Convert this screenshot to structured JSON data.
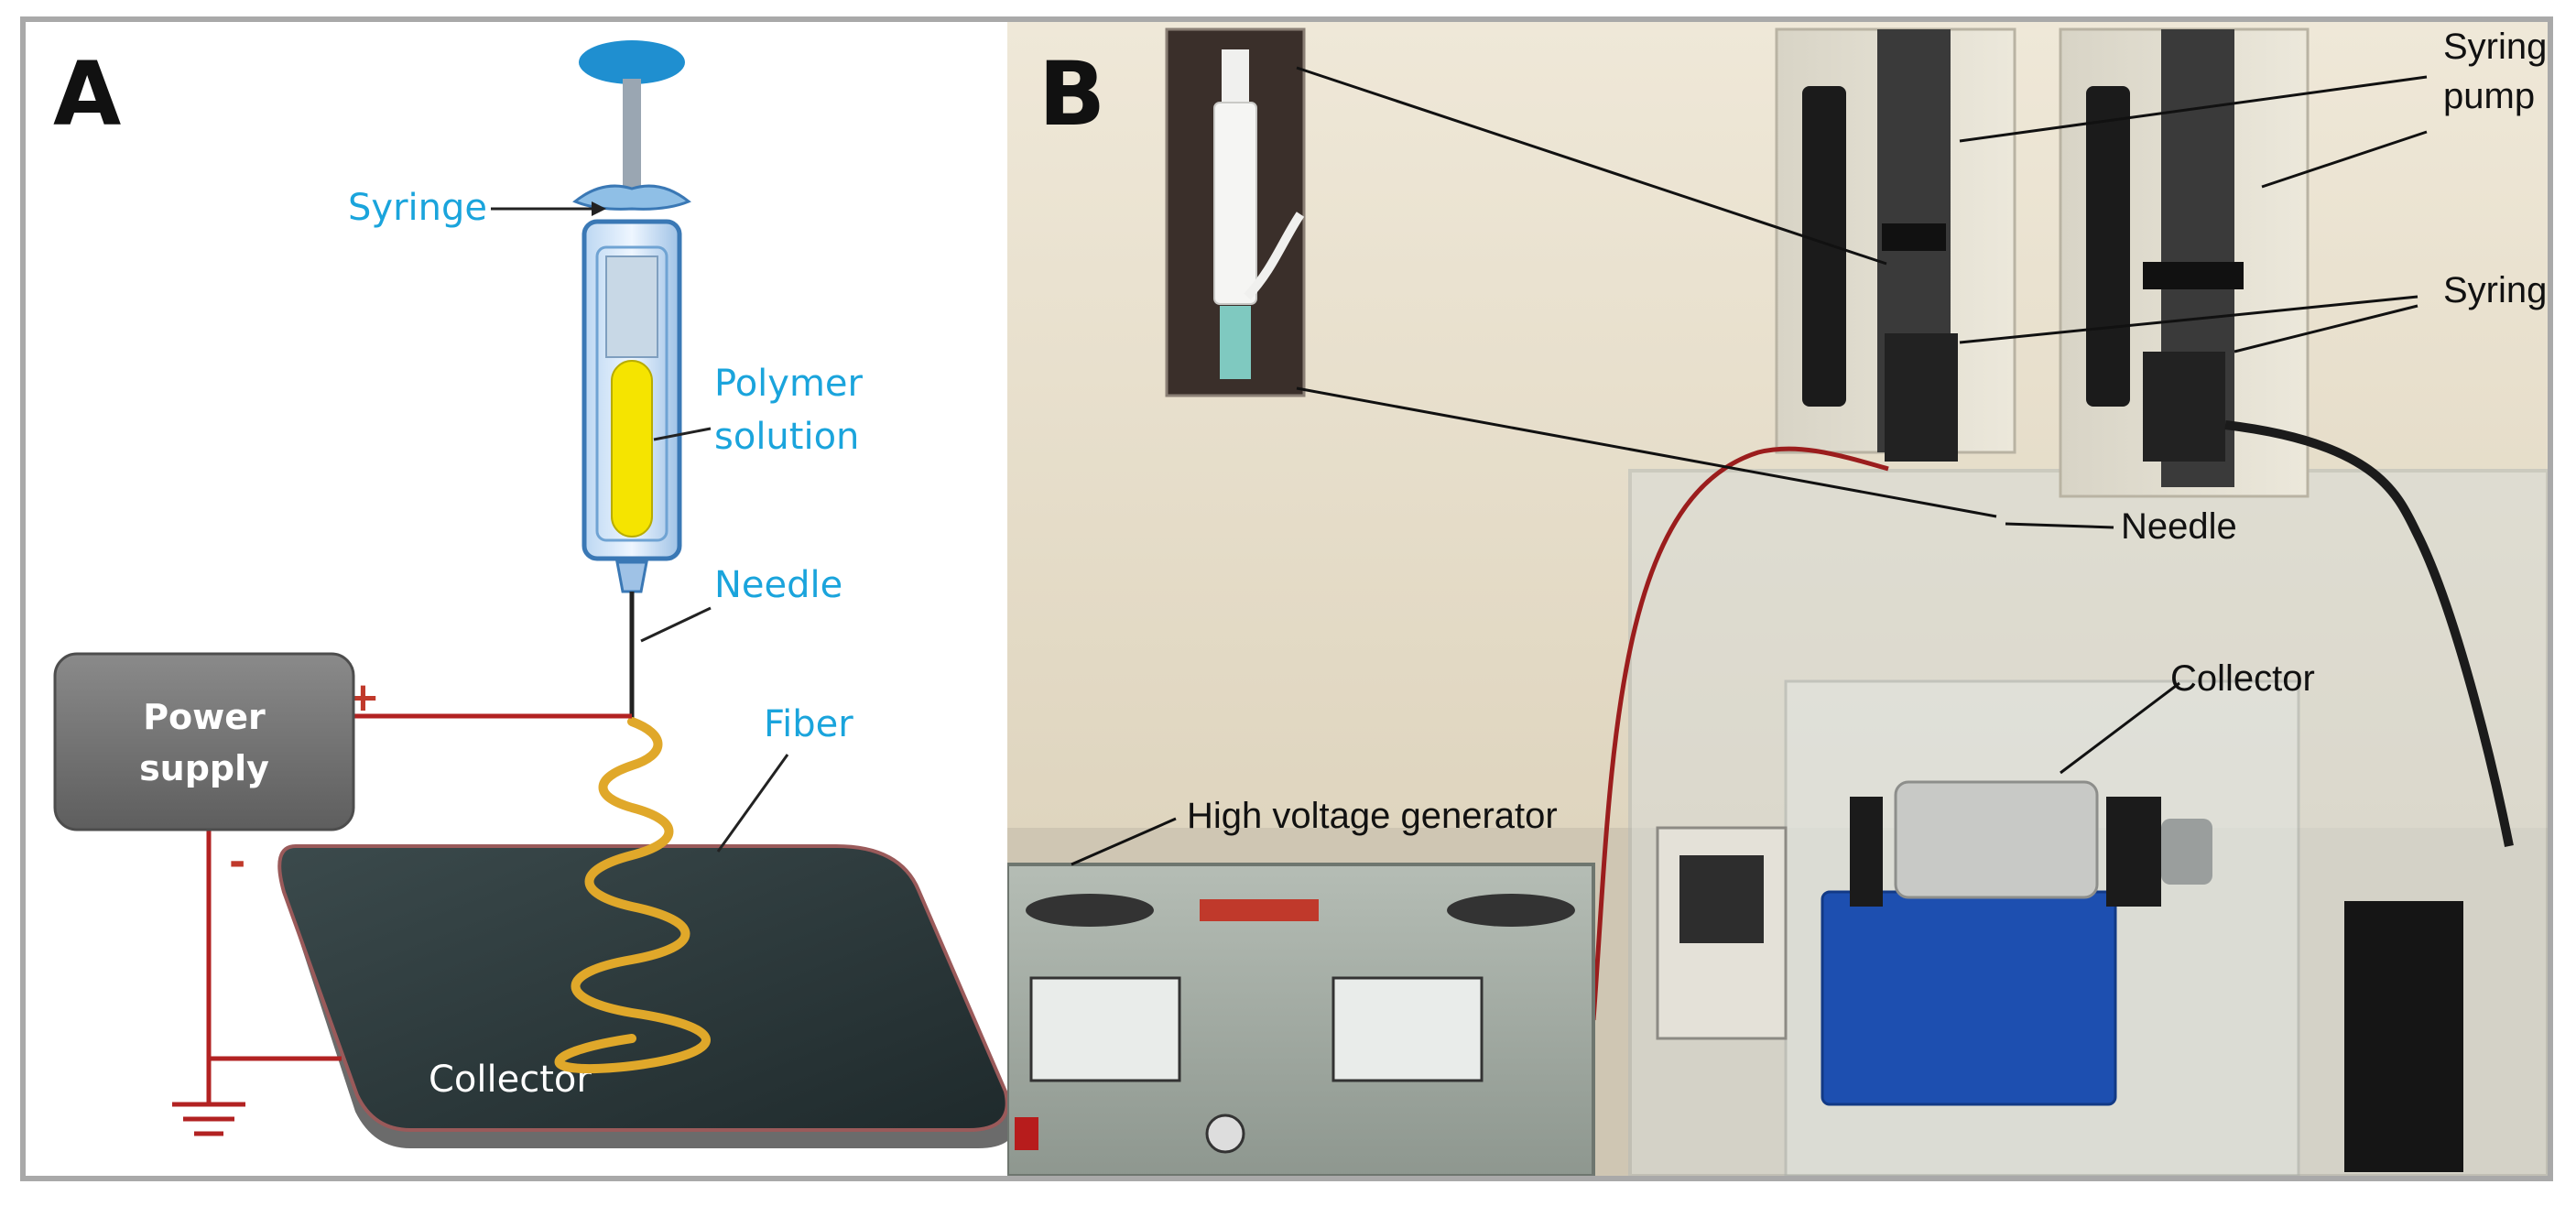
{
  "panel_a": {
    "letter": "A",
    "labels": {
      "syringe": "Syringe",
      "polymer_line1": "Polymer",
      "polymer_line2": "solution",
      "needle": "Needle",
      "fiber": "Fiber",
      "power_line1": "Power",
      "power_line2": "supply",
      "collector": "Collector",
      "plus": "+",
      "minus": "-"
    },
    "colors": {
      "label_blue": "#1aa4dc",
      "wire_red": "#b22222",
      "power_box": "#7a7a7a",
      "collector_plate": "#2c3b3d",
      "fiber_gold": "#e0a82a",
      "polymer_yellow": "#f5e400",
      "plunger_blue": "#1f8fd0"
    }
  },
  "panel_b": {
    "letter": "B",
    "labels": {
      "syringe_pump_line1": "Syringe",
      "syringe_pump_line2": "pump",
      "syringe": "Syringe",
      "needle": "Needle",
      "collector": "Collector",
      "high_voltage_generator": "High voltage generator"
    },
    "colors": {
      "wall": "#e7dfcf",
      "enclosure": "#d9dcd8",
      "generator_body": "#9ea7a0",
      "collector_block": "#1d4fb0",
      "cable_red": "#9b1d1d"
    }
  }
}
